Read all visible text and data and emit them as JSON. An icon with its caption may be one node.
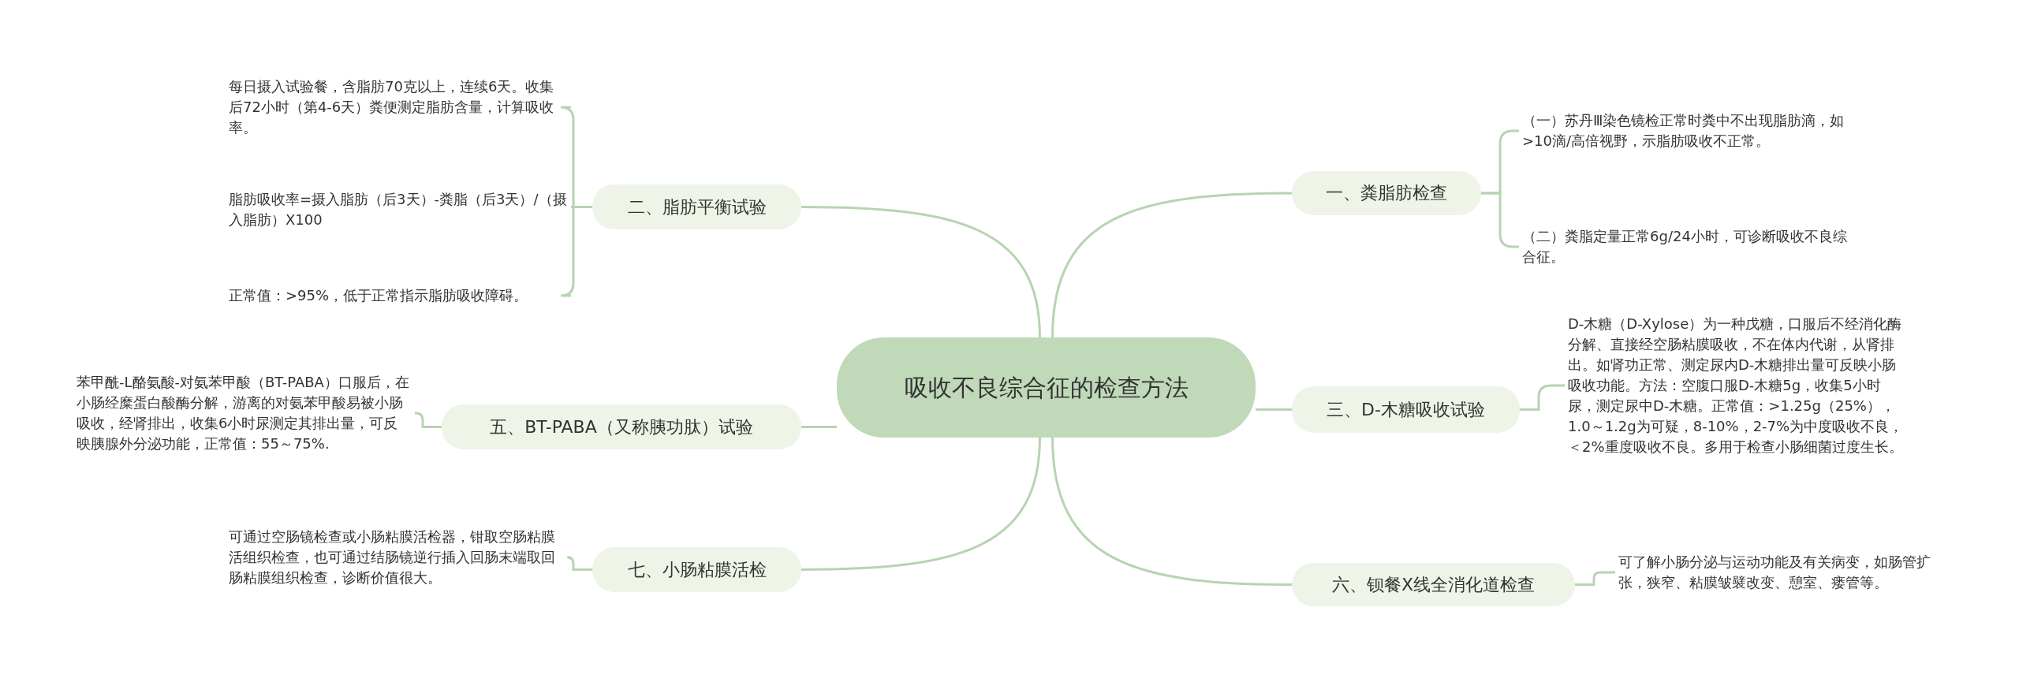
{
  "diagram": {
    "nodes": [
      {
        "text": [
          "吸收不良综合征的检查方法"
        ]
      },
      {
        "text": [
          "一、粪脂肪检查"
        ]
      },
      {
        "text": [
          "二、脂肪平衡试验"
        ]
      },
      {
        "text": [
          "三、D-木糖吸收试验"
        ]
      },
      {
        "text": [
          "五、BT-PABA（又称胰功肽）试验"
        ]
      },
      {
        "text": [
          "六、钡餐X线全消化道检查"
        ]
      },
      {
        "text": [
          "七、小肠粘膜活检"
        ]
      },
      {
        "text": [
          "（一）苏丹Ⅲ染色镜检正常时粪中不出现脂肪滴，如>10滴/高倍视野，示脂肪吸收不正常。"
        ]
      },
      {
        "text": [
          "（二）粪脂定量正常6g/24小时，可诊断吸收不良综合征。"
        ]
      },
      {
        "text": [
          "每日摄入试验餐，含脂肪70克以上，连续6天。收集后72小时（第4-6天）粪便测定脂肪含量，计算吸收率。"
        ]
      },
      {
        "text": [
          "脂肪吸收率=摄入脂肪（后3天）-粪脂（后3天）/（摄入脂肪）X100"
        ]
      },
      {
        "text": [
          "正常值：>95%，低于正常指示脂肪吸收障碍。"
        ]
      },
      {
        "text": [
          "D-木糖（D-Xylose）为一种戊糖，口服后不经消化酶分解、直接经空肠粘膜吸收，不在体内代谢，从肾排出。如肾功正常、测定尿内D-木糖排出量可反映小肠吸收功能。方法：空腹口服D-木糖5g，收集5小时尿，测定尿中D-木糖。正常值：>1.25g（25%），1.0～1.2g为可疑，8-10%，2-7%为中度吸收不良，＜2%重度吸收不良。多用于检查小肠细菌过度生长。"
        ]
      },
      {
        "text": [
          "苯甲酰-L酪氨酸-对氨苯甲酸（BT-PABA）口服后，在小肠经糜蛋白酸酶分解，游离的对氨苯甲酸易被小肠吸收，经肾排出，收集6小时尿测定其排出量，可反映胰腺外分泌功能，正常值：55～75%."
        ]
      },
      {
        "text": [
          "可了解小肠分泌与运动功能及有关病变，如肠管扩张，狭窄、粘膜皱襞改变、憩室、瘘管等。"
        ]
      },
      {
        "text": [
          "可通过空肠镜检查或小肠粘膜活检器，钳取空肠粘膜活组织检查，也可通过结肠镜逆行插入回肠末端取回肠粘膜组织检查，诊断价值很大。"
        ]
      }
    ],
    "edges": [
      {
        "from": 0,
        "to": 1,
        "arrow": "none"
      },
      {
        "from": 0,
        "to": 2,
        "arrow": "none"
      },
      {
        "from": 0,
        "to": 3,
        "arrow": "none"
      },
      {
        "from": 0,
        "to": 4,
        "arrow": "none"
      },
      {
        "from": 0,
        "to": 5,
        "arrow": "none"
      },
      {
        "from": 0,
        "to": 6,
        "arrow": "none"
      },
      {
        "from": 1,
        "to": 7,
        "arrow": "none"
      },
      {
        "from": 1,
        "to": 8,
        "arrow": "none"
      },
      {
        "from": 2,
        "to": 9,
        "arrow": "none"
      },
      {
        "from": 2,
        "to": 10,
        "arrow": "none"
      },
      {
        "from": 2,
        "to": 11,
        "arrow": "none"
      },
      {
        "from": 3,
        "to": 12,
        "arrow": "none"
      },
      {
        "from": 4,
        "to": 13,
        "arrow": "none"
      },
      {
        "from": 5,
        "to": 14,
        "arrow": "none"
      },
      {
        "from": 6,
        "to": 15,
        "arrow": "none"
      }
    ]
  }
}
